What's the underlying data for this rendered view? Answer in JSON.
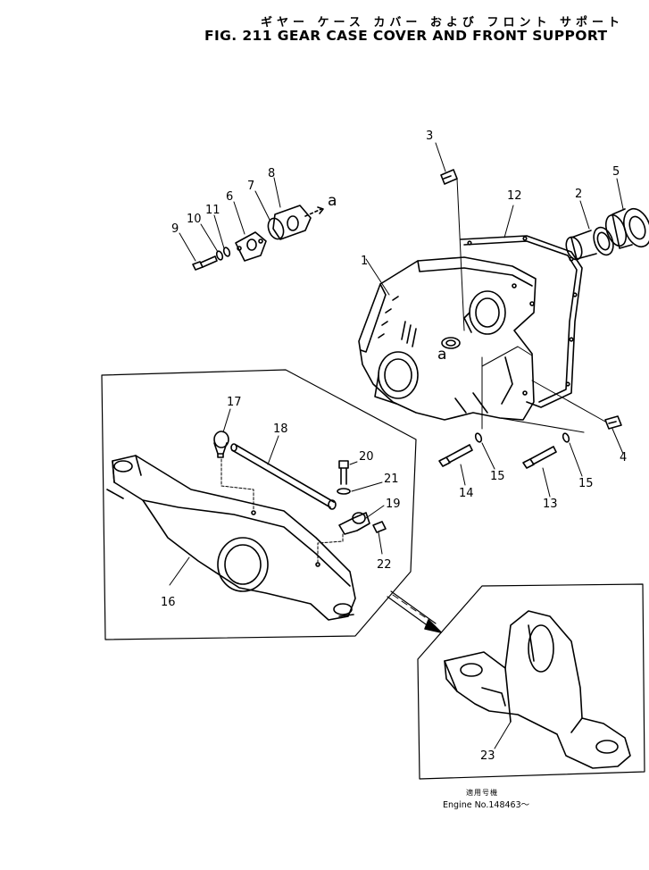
{
  "header": {
    "title_jp": "ギヤー ケース カバー および フロント サポート",
    "title_en": "FIG. 211  GEAR CASE COVER AND FRONT SUPPORT"
  },
  "callouts": [
    {
      "id": "c1",
      "text": "1"
    },
    {
      "id": "c2",
      "text": "2"
    },
    {
      "id": "c3",
      "text": "3"
    },
    {
      "id": "c4",
      "text": "4"
    },
    {
      "id": "c5",
      "text": "5"
    },
    {
      "id": "c6",
      "text": "6"
    },
    {
      "id": "c7",
      "text": "7"
    },
    {
      "id": "c8",
      "text": "8"
    },
    {
      "id": "c9",
      "text": "9"
    },
    {
      "id": "c10",
      "text": "10"
    },
    {
      "id": "c11",
      "text": "11"
    },
    {
      "id": "c12",
      "text": "12"
    },
    {
      "id": "c13",
      "text": "13"
    },
    {
      "id": "c14",
      "text": "14"
    },
    {
      "id": "c15a",
      "text": "15"
    },
    {
      "id": "c15b",
      "text": "15"
    },
    {
      "id": "c16",
      "text": "16"
    },
    {
      "id": "c17",
      "text": "17"
    },
    {
      "id": "c18",
      "text": "18"
    },
    {
      "id": "c19",
      "text": "19"
    },
    {
      "id": "c20",
      "text": "20"
    },
    {
      "id": "c21",
      "text": "21"
    },
    {
      "id": "c22",
      "text": "22"
    },
    {
      "id": "c23",
      "text": "23"
    }
  ],
  "refs": {
    "a_top": "a",
    "a_mid": "a"
  },
  "note": {
    "line1": "適用号機",
    "line2": "Engine No.148463～"
  }
}
